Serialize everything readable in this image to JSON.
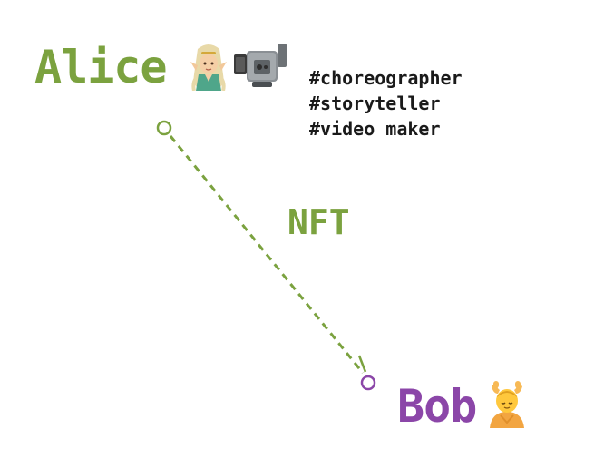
{
  "colors": {
    "alice": "#7ba23f",
    "bob": "#8b46a8",
    "connector": "#7ba23f",
    "end_circle": "#8b46a8",
    "text": "#1a1a1a"
  },
  "alice": {
    "name": "Alice",
    "icons": [
      "elf-icon",
      "video-camera-icon"
    ],
    "tags": [
      "#choreographer",
      "#storyteller",
      "#video maker"
    ]
  },
  "connector": {
    "label": "NFT",
    "style": "dashed",
    "start_marker": "circle",
    "end_marker": "circle"
  },
  "bob": {
    "name": "Bob",
    "icons": [
      "head-massage-icon"
    ]
  }
}
